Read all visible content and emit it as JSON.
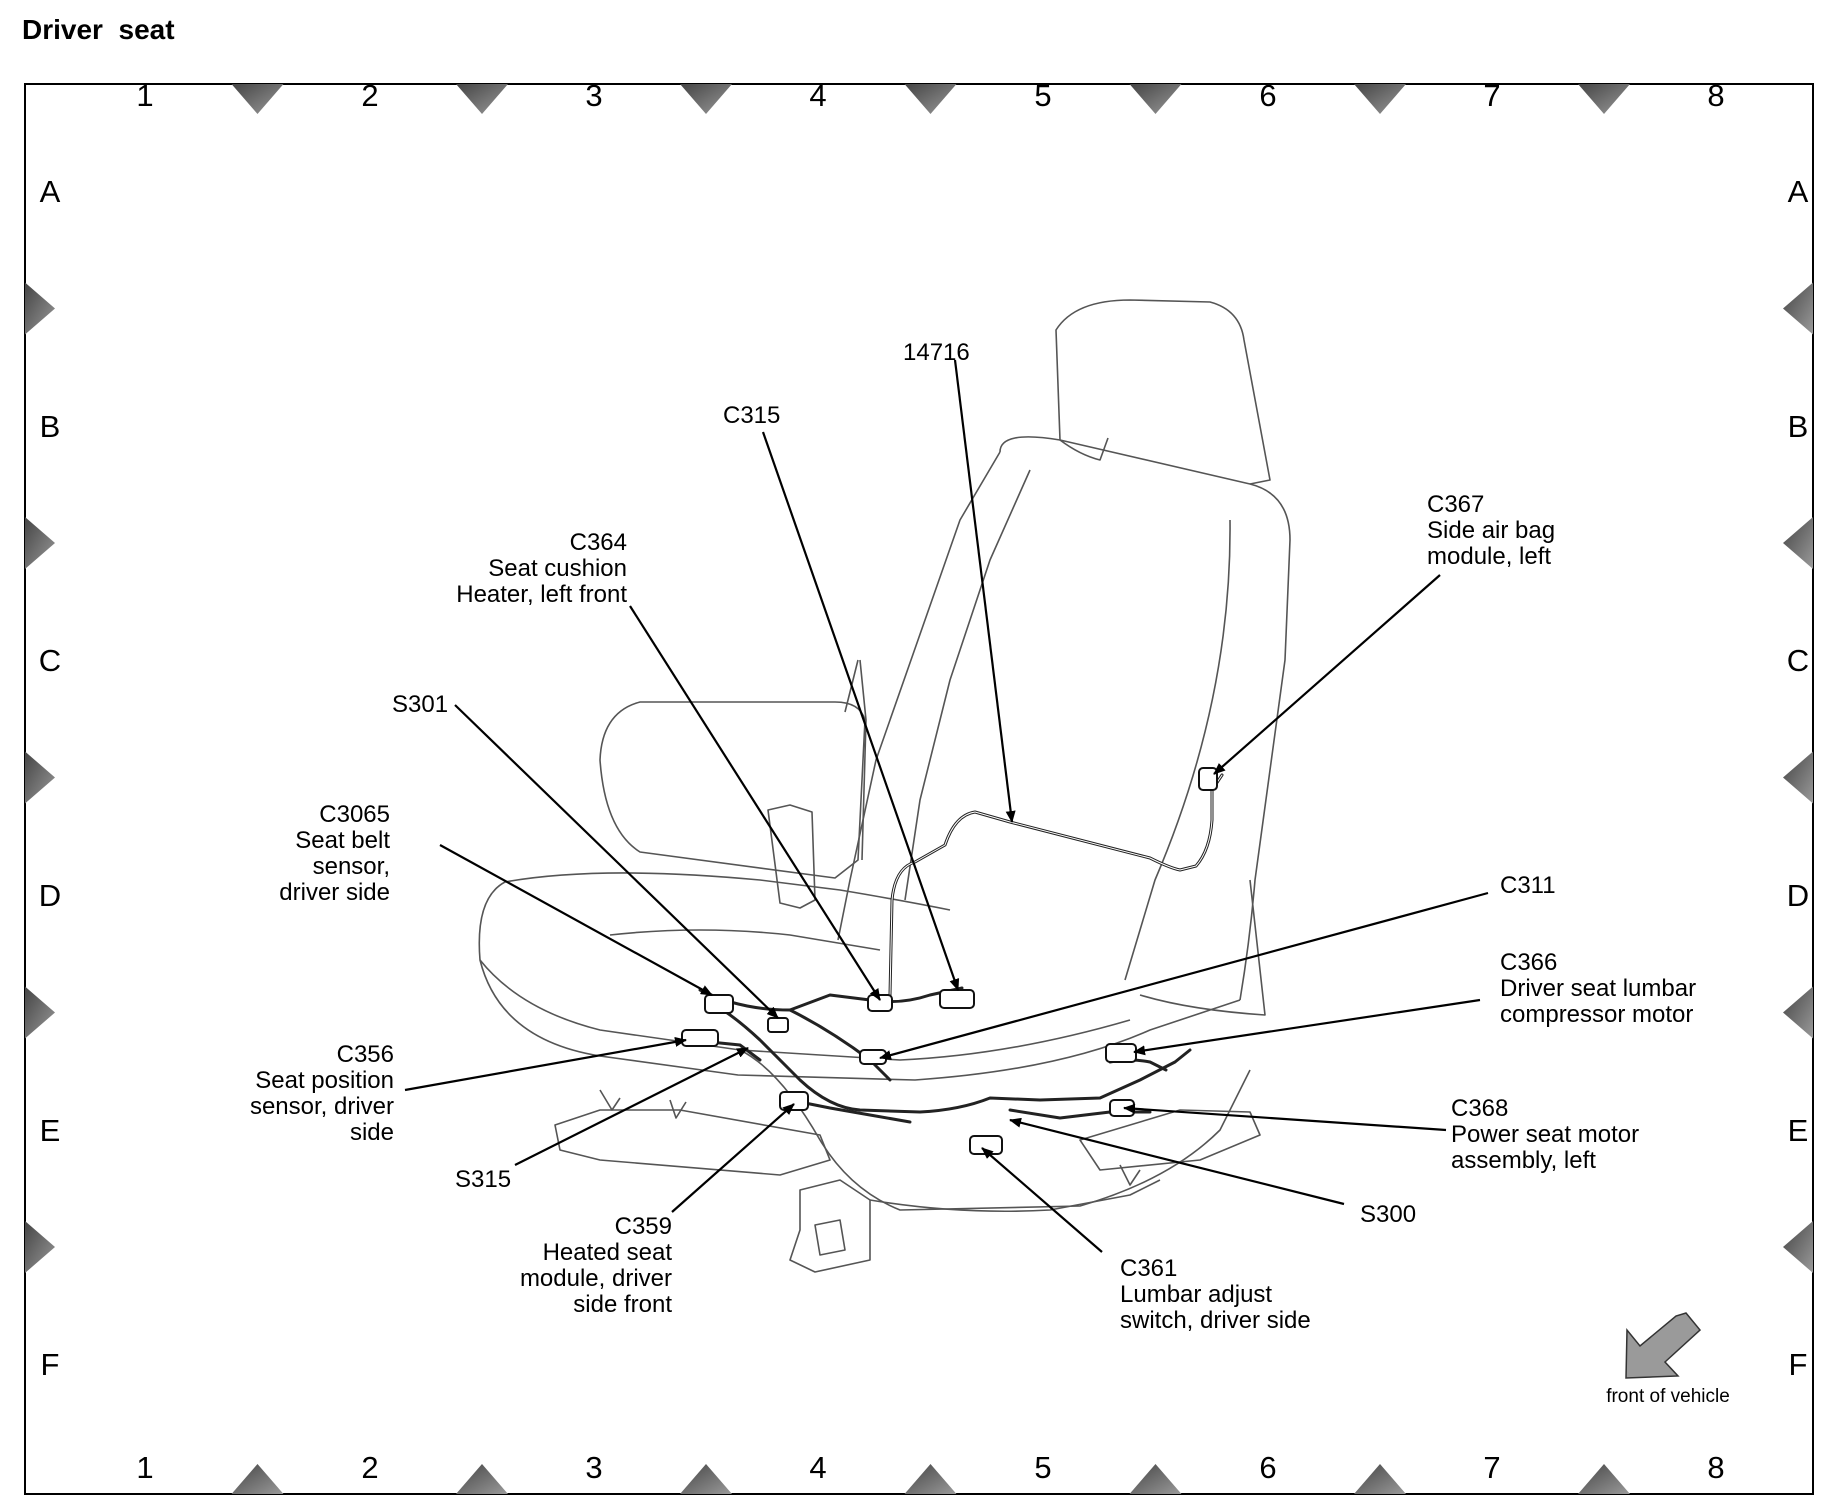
{
  "title": "Driver  seat",
  "grid": {
    "columns": [
      "1",
      "2",
      "3",
      "4",
      "5",
      "6",
      "7",
      "8"
    ],
    "rows": [
      "A",
      "B",
      "C",
      "D",
      "E",
      "F"
    ]
  },
  "callouts": {
    "c14716": [
      "14716"
    ],
    "c315": [
      "C315"
    ],
    "c364": [
      "C364",
      "Seat cushion",
      "Heater, left front"
    ],
    "c367": [
      "C367",
      "Side air bag",
      "module, left"
    ],
    "s301": [
      "S301"
    ],
    "c3065": [
      "C3065",
      "Seat belt",
      "sensor,",
      "driver side"
    ],
    "c311": [
      "C311"
    ],
    "c366": [
      "C366",
      "Driver seat lumbar",
      "compressor motor"
    ],
    "c356": [
      "C356",
      "Seat position",
      "sensor, driver",
      "side"
    ],
    "c368": [
      "C368",
      "Power seat motor",
      "assembly, left"
    ],
    "s315": [
      "S315"
    ],
    "s300": [
      "S300"
    ],
    "c359": [
      "C359",
      "Heated seat",
      "module, driver",
      "side front"
    ],
    "c361": [
      "C361",
      "Lumbar adjust",
      "switch, driver side"
    ]
  },
  "orientation_label": "front of vehicle"
}
